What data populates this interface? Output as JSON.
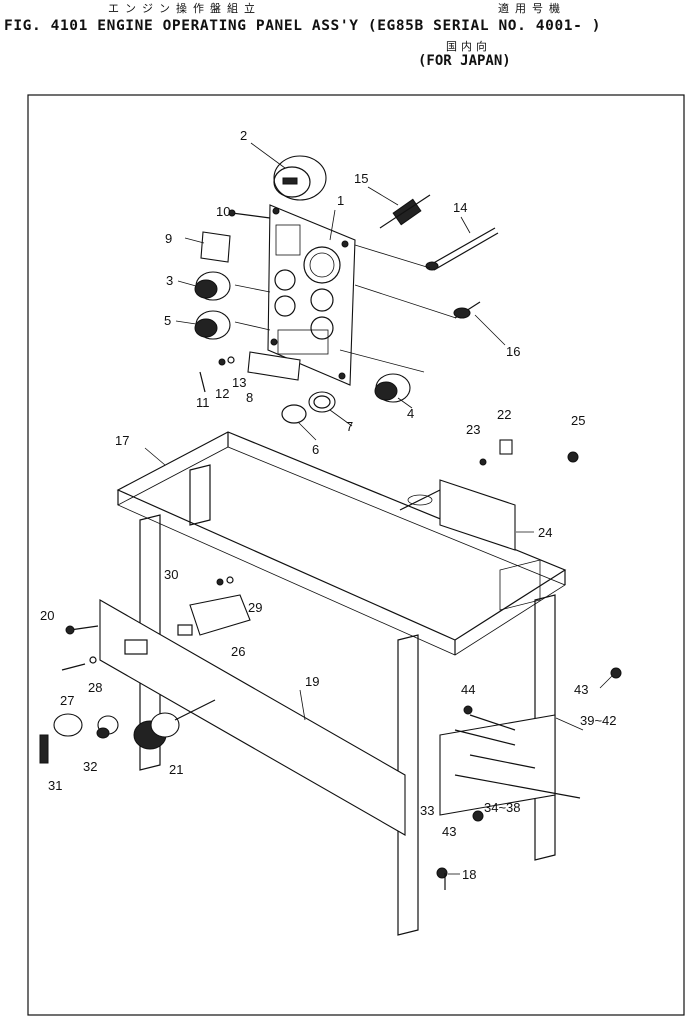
{
  "header": {
    "jp_title": "エンジン操作盤組立",
    "jp_applicable": "適用号機",
    "fig_line": "FIG. 4101  ENGINE OPERATING PANEL ASS'Y (EG85B SERIAL NO. 4001- )",
    "jp_region": "国内向",
    "region": "(FOR JAPAN)"
  },
  "callouts": [
    "1",
    "2",
    "3",
    "4",
    "5",
    "6",
    "7",
    "8",
    "9",
    "10",
    "11",
    "12",
    "13",
    "14",
    "15",
    "16",
    "17",
    "18",
    "19",
    "20",
    "21",
    "22",
    "23",
    "24",
    "25",
    "26",
    "27",
    "28",
    "29",
    "30",
    "31",
    "32",
    "33",
    "34~38",
    "39~42",
    "43",
    "43",
    "44"
  ]
}
